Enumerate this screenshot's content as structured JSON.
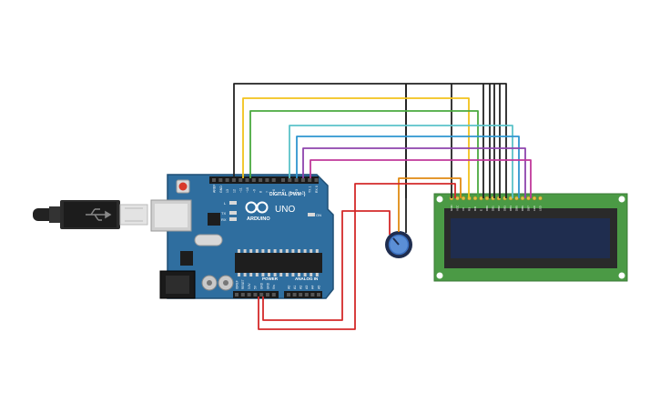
{
  "arduino": {
    "brand": "ARDUINO",
    "model": "UNO",
    "digital_label": "DIGITAL (PWM~)",
    "power_label": "POWER",
    "analog_label": "ANALOG IN",
    "on_label": "ON",
    "l_label": "L",
    "tx_label": "TX",
    "rx_label": "RX",
    "top_pin_labels": [
      "AREF",
      "GND",
      "13",
      "12",
      "~11",
      "~10",
      "~9",
      "8",
      "7",
      "~6",
      "~5",
      "4",
      "~3",
      "2",
      "TX 1",
      "RX 0"
    ],
    "power_pin_labels": [
      "IOREF",
      "RESET",
      "3.3V",
      "5V",
      "GND",
      "GND",
      "Vin"
    ],
    "analog_pin_labels": [
      "A0",
      "A1",
      "A2",
      "A3",
      "A4",
      "A5"
    ]
  },
  "lcd": {
    "pin_labels": [
      "GND",
      "VCC",
      "V0",
      "RS",
      "RW",
      "E",
      "DB0",
      "DB1",
      "DB2",
      "DB3",
      "DB4",
      "DB5",
      "DB6",
      "DB7",
      "LED",
      "LED"
    ]
  },
  "colors": {
    "board": "#2f6e9f",
    "board_edge": "#1f4f75",
    "lcd_pcb": "#4b9a45",
    "lcd_screen": "#1f2d4f",
    "wire_black": "#222222",
    "wire_yellow": "#f2c21b",
    "wire_green": "#4aa93f",
    "wire_cyan": "#5bc3c9",
    "wire_blue": "#2f96d0",
    "wire_purple": "#8e44ad",
    "wire_magenta": "#c0399b",
    "wire_orange": "#e08a12",
    "wire_red": "#d42a2a",
    "pot_knob": "#5b8fd6"
  }
}
